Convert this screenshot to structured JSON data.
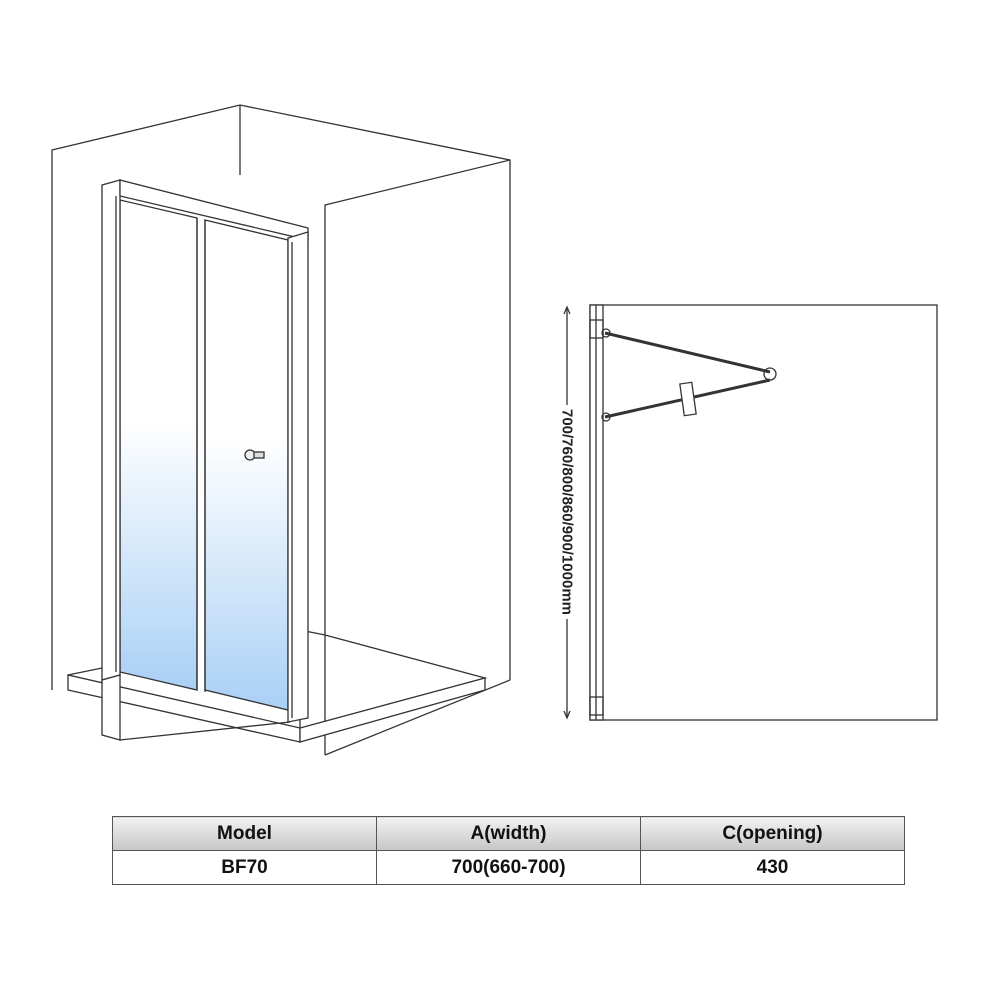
{
  "dimension_label": "700/760/800/860/900/1000mm",
  "table": {
    "headers": [
      "Model",
      "A(width)",
      "C(opening)"
    ],
    "rows": [
      [
        "BF70",
        "700(660-700)",
        "430"
      ]
    ]
  },
  "colors": {
    "line": "#333333",
    "glass_top": "#ffffff",
    "glass_bottom": "#a9d0f5"
  }
}
